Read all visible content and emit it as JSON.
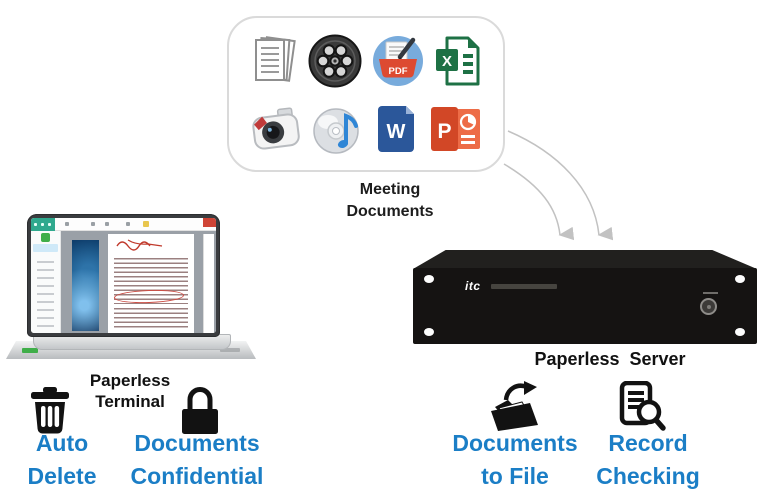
{
  "colors": {
    "accent_blue": "#1b7ec6",
    "label_black": "#1a1a1a",
    "arrow_grey": "#c2c2c2"
  },
  "meeting_box": {
    "caption": "Meeting\nDocuments",
    "icons": [
      {
        "name": "documents-stack-icon"
      },
      {
        "name": "video-reel-icon"
      },
      {
        "name": "pdf-icon",
        "label": "PDF"
      },
      {
        "name": "excel-icon",
        "label": "X"
      },
      {
        "name": "camera-icon"
      },
      {
        "name": "audio-cd-icon"
      },
      {
        "name": "word-icon",
        "label": "W"
      },
      {
        "name": "powerpoint-icon",
        "label": "P"
      }
    ]
  },
  "terminal": {
    "caption": "Paperless\nTerminal"
  },
  "server": {
    "brand": "itc",
    "caption": "Paperless  Server"
  },
  "features": [
    {
      "icon": "trash-icon",
      "label": "Auto\nDelete"
    },
    {
      "icon": "lock-icon",
      "label": "Documents\nConfidential"
    },
    {
      "icon": "folder-file-icon",
      "label": "Documents\nto File"
    },
    {
      "icon": "record-check-icon",
      "label": "Record\nChecking"
    }
  ]
}
